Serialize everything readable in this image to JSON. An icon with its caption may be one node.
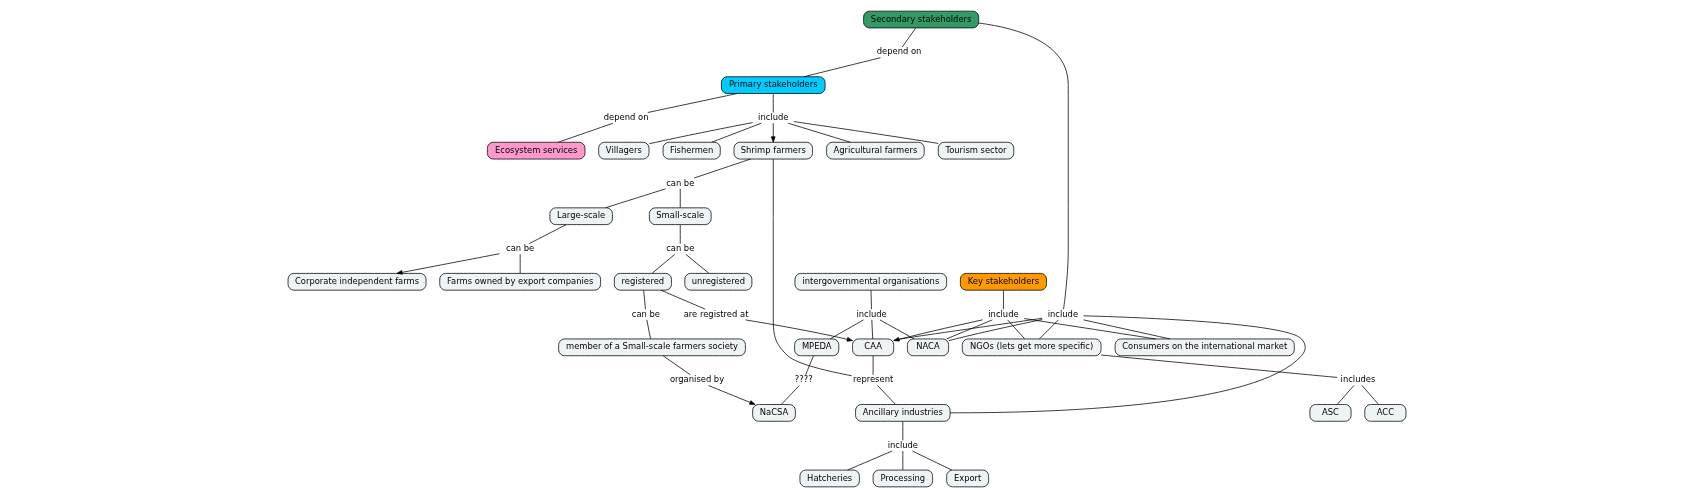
{
  "diagram": {
    "nodes": [
      {
        "text": [
          "Secondary stakeholders"
        ]
      },
      {
        "text": [
          "Key stakeholders"
        ]
      },
      {
        "text": [
          "intergovernmental organisations"
        ]
      },
      {
        "text": [
          "depend on"
        ]
      },
      {
        "text": [
          "Primary stakeholders"
        ]
      },
      {
        "text": [
          "depend on"
        ]
      },
      {
        "text": [
          "include"
        ]
      },
      {
        "text": [
          "include"
        ]
      },
      {
        "text": [
          "include"
        ]
      },
      {
        "text": [
          "include"
        ]
      },
      {
        "text": [
          "Consumers on the international market"
        ]
      },
      {
        "text": [
          "NACA"
        ]
      },
      {
        "text": [
          "CAA"
        ]
      },
      {
        "text": [
          "MPEDA"
        ]
      },
      {
        "text": [
          "NGOs (lets get more specific)"
        ]
      },
      {
        "text": [
          "represent"
        ]
      },
      {
        "text": [
          "????"
        ]
      },
      {
        "text": [
          "Ecosystem services"
        ]
      },
      {
        "text": [
          "Fishermen"
        ]
      },
      {
        "text": [
          "Agricultural farmers"
        ]
      },
      {
        "text": [
          "Tourism sector"
        ]
      },
      {
        "text": [
          "Villagers"
        ]
      },
      {
        "text": [
          "Shrimp farmers"
        ]
      },
      {
        "text": [
          "includes"
        ]
      },
      {
        "text": [
          "ASC"
        ]
      },
      {
        "text": [
          "ACC"
        ]
      },
      {
        "text": [
          "NaCSA"
        ]
      },
      {
        "text": [
          "can be"
        ]
      },
      {
        "text": [
          "Large-scale"
        ]
      },
      {
        "text": [
          "Small-scale"
        ]
      },
      {
        "text": [
          "Ancillary industries"
        ]
      },
      {
        "text": [
          "are registred at"
        ]
      },
      {
        "text": [
          "can be"
        ]
      },
      {
        "text": [
          "Corporate independent farms"
        ]
      },
      {
        "text": [
          "Farms owned by export companies"
        ]
      },
      {
        "text": [
          "can be"
        ]
      },
      {
        "text": [
          "include"
        ]
      },
      {
        "text": [
          "registered"
        ]
      },
      {
        "text": [
          "unregistered"
        ]
      },
      {
        "text": [
          "Hatcheries"
        ]
      },
      {
        "text": [
          "Processing"
        ]
      },
      {
        "text": [
          "Export"
        ]
      },
      {
        "text": [
          "can be"
        ]
      },
      {
        "text": [
          "member of a Small-scale farmers society"
        ]
      },
      {
        "text": [
          "organised by"
        ]
      }
    ],
    "edges": [
      {
        "from": 0,
        "to": 3,
        "arrow": "none"
      },
      {
        "from": 3,
        "to": 4,
        "arrow": "none"
      },
      {
        "from": 4,
        "to": 5,
        "arrow": "none"
      },
      {
        "from": 5,
        "to": 17,
        "arrow": "none"
      },
      {
        "from": 4,
        "to": 6,
        "arrow": "none"
      },
      {
        "from": 6,
        "to": 18,
        "arrow": "none"
      },
      {
        "from": 6,
        "to": 19,
        "arrow": "none"
      },
      {
        "from": 6,
        "to": 20,
        "arrow": "none"
      },
      {
        "from": 6,
        "to": 21,
        "arrow": "none"
      },
      {
        "from": 6,
        "to": 22,
        "arrow": "to"
      },
      {
        "from": 0,
        "to": 7,
        "arrow": "none"
      },
      {
        "from": 7,
        "to": 10,
        "arrow": "none"
      },
      {
        "from": 7,
        "to": 30,
        "arrow": "none"
      },
      {
        "from": 7,
        "to": 14,
        "arrow": "none"
      },
      {
        "from": 7,
        "to": 11,
        "arrow": "none"
      },
      {
        "from": 7,
        "to": 12,
        "arrow": "to"
      },
      {
        "from": 1,
        "to": 8,
        "arrow": "none"
      },
      {
        "from": 8,
        "to": 10,
        "arrow": "none"
      },
      {
        "from": 8,
        "to": 14,
        "arrow": "none"
      },
      {
        "from": 8,
        "to": 11,
        "arrow": "none"
      },
      {
        "from": 8,
        "to": 12,
        "arrow": "none"
      },
      {
        "from": 2,
        "to": 9,
        "arrow": "none"
      },
      {
        "from": 9,
        "to": 11,
        "arrow": "none"
      },
      {
        "from": 9,
        "to": 12,
        "arrow": "none"
      },
      {
        "from": 9,
        "to": 13,
        "arrow": "none"
      },
      {
        "from": 12,
        "to": 15,
        "arrow": "none"
      },
      {
        "from": 15,
        "to": 22,
        "arrow": "none"
      },
      {
        "from": 15,
        "to": 30,
        "arrow": "none"
      },
      {
        "from": 13,
        "to": 16,
        "arrow": "none"
      },
      {
        "from": 16,
        "to": 26,
        "arrow": "none"
      },
      {
        "from": 14,
        "to": 23,
        "arrow": "none"
      },
      {
        "from": 23,
        "to": 24,
        "arrow": "none"
      },
      {
        "from": 23,
        "to": 25,
        "arrow": "none"
      },
      {
        "from": 22,
        "to": 27,
        "arrow": "none"
      },
      {
        "from": 27,
        "to": 28,
        "arrow": "none"
      },
      {
        "from": 27,
        "to": 29,
        "arrow": "none"
      },
      {
        "from": 28,
        "to": 32,
        "arrow": "none"
      },
      {
        "from": 32,
        "to": 33,
        "arrow": "to"
      },
      {
        "from": 32,
        "to": 34,
        "arrow": "none"
      },
      {
        "from": 29,
        "to": 35,
        "arrow": "none"
      },
      {
        "from": 35,
        "to": 37,
        "arrow": "none"
      },
      {
        "from": 35,
        "to": 38,
        "arrow": "none"
      },
      {
        "from": 30,
        "to": 36,
        "arrow": "none"
      },
      {
        "from": 36,
        "to": 39,
        "arrow": "none"
      },
      {
        "from": 36,
        "to": 40,
        "arrow": "none"
      },
      {
        "from": 36,
        "to": 41,
        "arrow": "none"
      },
      {
        "from": 37,
        "to": 31,
        "arrow": "none"
      },
      {
        "from": 31,
        "to": 12,
        "arrow": "to"
      },
      {
        "from": 37,
        "to": 42,
        "arrow": "none"
      },
      {
        "from": 42,
        "to": 43,
        "arrow": "none"
      },
      {
        "from": 43,
        "to": 44,
        "arrow": "none"
      },
      {
        "from": 44,
        "to": 26,
        "arrow": "to"
      }
    ]
  }
}
